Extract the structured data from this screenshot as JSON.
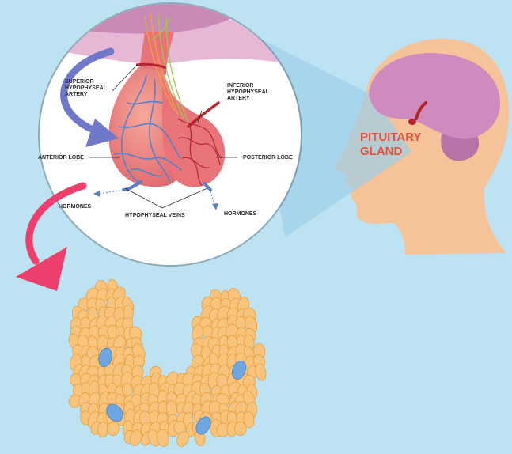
{
  "labels": {
    "superior_artery": [
      "SUPERIOR",
      "HYPOPHYSEAL",
      "ARTERY"
    ],
    "inferior_artery": [
      "INFERIOR",
      "HYPOPHYSEAL",
      "ARTERY"
    ],
    "anterior_lobe": "ANTERIOR LOBE",
    "posterior_lobe": "POSTERIOR LOBE",
    "hormones_left": "HORMONES",
    "hormones_right": "HORMONES",
    "hypophyseal_veins": "HYPOPHYSEAL VEINS",
    "pituitary_gland": [
      "PITUITARY",
      "GLAND"
    ]
  },
  "colors": {
    "background": "#bde3f3",
    "skin": "#f5c39a",
    "brain": "#cf8bbd",
    "brain_dark": "#b673a5",
    "gland": "#e8747a",
    "gland_light": "#f29a8f",
    "vessel_blue": "#5a7fc4",
    "artery_red": "#b3262e",
    "arrow_blue": "#6f78c9",
    "arrow_pink": "#ec3f6b",
    "thyroid": "#f8c37c",
    "thyroid_outline": "#e79f3d",
    "follicle_blue": "#6ea7df",
    "label_text": "#2b2b2b",
    "title_text": "#e0533f"
  },
  "icons": [
    "head-profile-icon",
    "brain-icon",
    "pituitary-gland-icon",
    "thyroid-gland-icon",
    "arrow-icon"
  ]
}
